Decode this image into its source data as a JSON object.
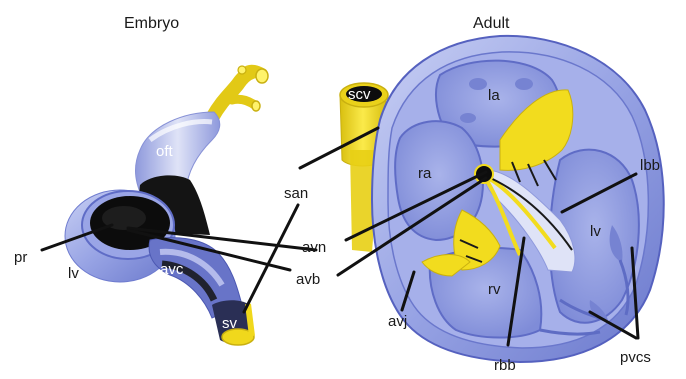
{
  "titles": {
    "embryo": "Embryo",
    "adult": "Adult"
  },
  "embryo_labels": {
    "oft": "oft",
    "pr": "pr",
    "lv": "lv",
    "avc": "avc",
    "sv": "sv"
  },
  "center_labels": {
    "san": "san",
    "avn": "avn",
    "avb": "avb"
  },
  "adult_labels": {
    "scv": "scv",
    "la": "la",
    "ra": "ra",
    "lbb": "lbb",
    "lv": "lv",
    "rv": "rv",
    "avj": "avj",
    "rbb": "rbb",
    "pvcs": "pvcs"
  },
  "colors": {
    "tissue_blue": "#8f9be0",
    "tissue_light": "#c3cbf2",
    "tissue_dark": "#5e6cc4",
    "conduction_yellow": "#f2dc1e",
    "myocardium_black": "#121212",
    "highlight_white": "#f4f6fb"
  }
}
